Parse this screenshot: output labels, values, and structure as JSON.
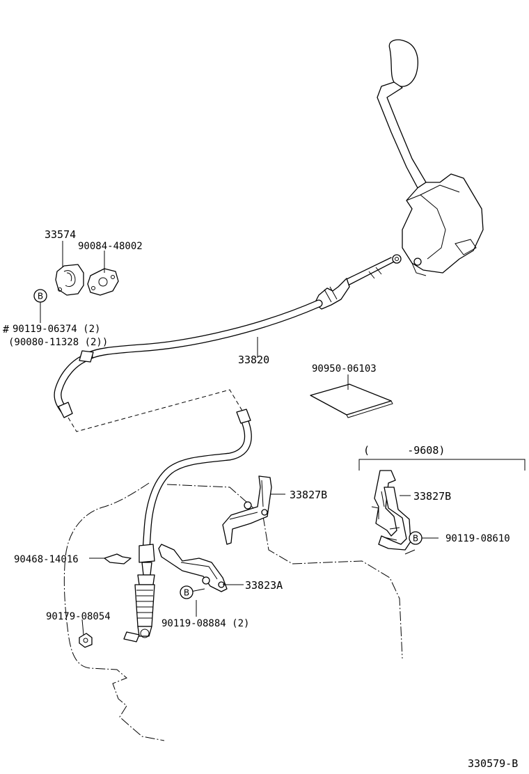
{
  "labels": {
    "p33574": "33574",
    "p90084": "90084-48002",
    "hash": "#",
    "p90119_06374": "90119-06374 (2)",
    "p90080": "(90080-11328 (2))",
    "p33820": "33820",
    "p90950": "90950-06103",
    "range": "(      -9608)",
    "p33827b_main": "33827B",
    "p33827b_inset": "33827B",
    "p90119_08610": "90119-08610",
    "p90468": "90468-14016",
    "p33823a": "33823A",
    "p90179": "90179-08054",
    "p90119_08884": "90119-08884 (2)",
    "ref_code": "330579-B"
  },
  "badges": {
    "b1": "B",
    "b2": "B",
    "b3": "B"
  }
}
